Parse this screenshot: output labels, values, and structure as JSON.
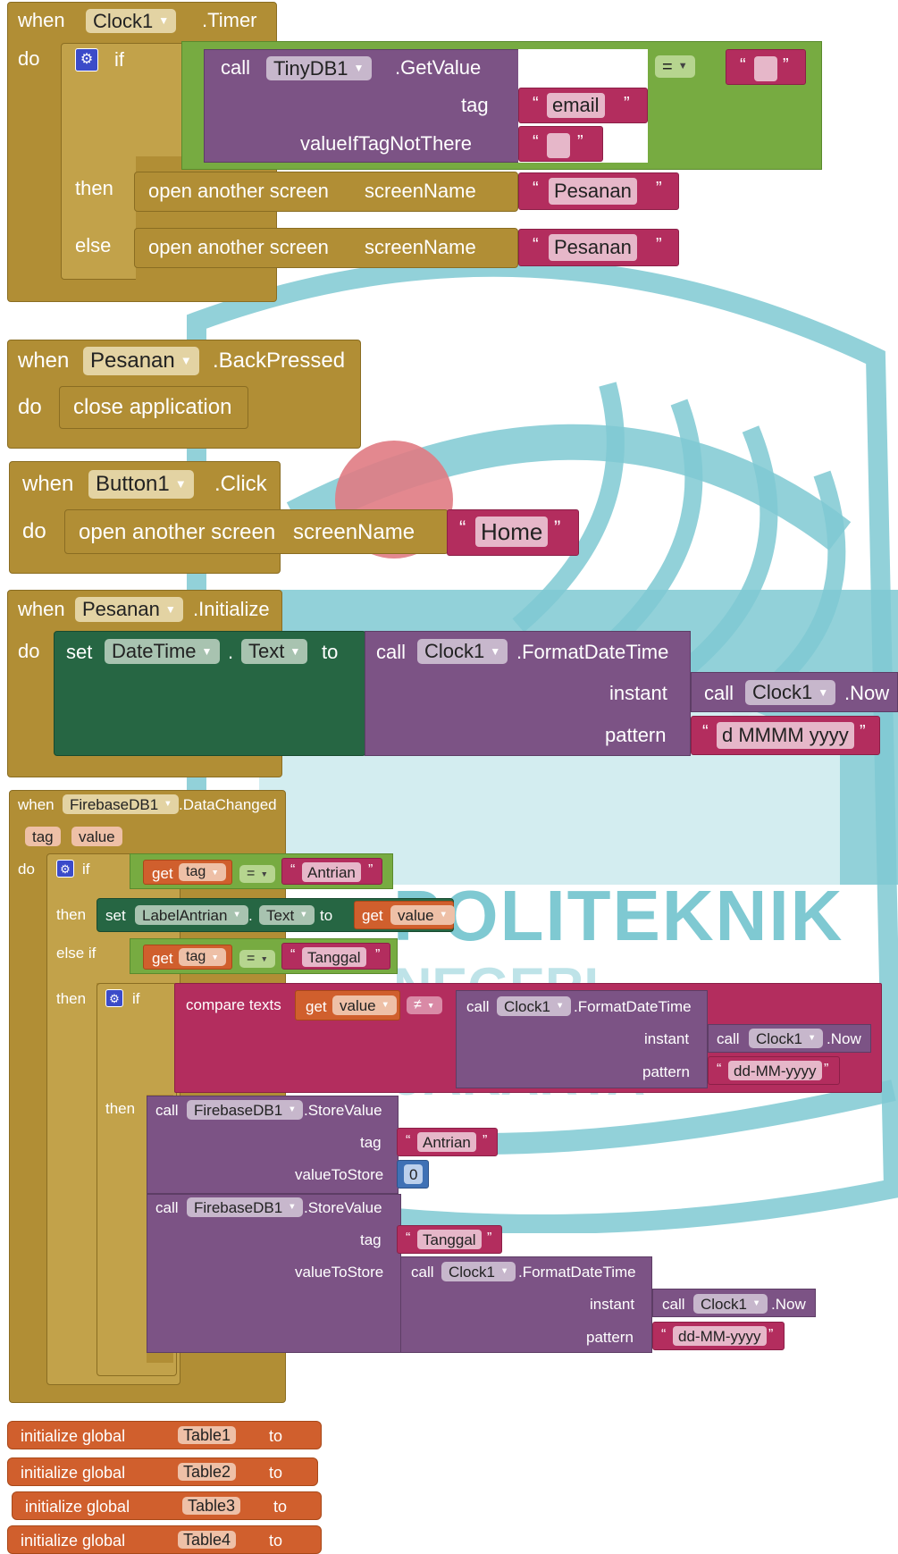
{
  "watermark": {
    "text1": "POLITEKNIK",
    "text2": "NEGERI",
    "text3": "JAKARTA",
    "colors": {
      "teal": "#7fc9d2",
      "pink": "#e07b83"
    }
  },
  "colors": {
    "event": "#b18e35",
    "text": "#b32d5e",
    "component": "#7c5385",
    "logic": "#77ab41",
    "setter": "#266643",
    "getter": "#d05f2d",
    "number": "#3f71b5"
  },
  "blocks": {
    "clock_timer": {
      "when": "when",
      "component": "Clock1",
      "event": ".Timer",
      "do": "do",
      "if": "if",
      "then": "then",
      "else": "else",
      "call": "call",
      "db": "TinyDB1",
      "method": ".GetValue",
      "tag": "tag",
      "tag_value": "email",
      "default_param": "valueIfTagNotThere",
      "default_value": "",
      "eq": "=",
      "cmp_value": "",
      "open1": "open another screen",
      "screenName1": "screenName",
      "screen1": "Pesanan",
      "open2": "open another screen",
      "screenName2": "screenName",
      "screen2": "Pesanan"
    },
    "back_pressed": {
      "when": "when",
      "component": "Pesanan",
      "event": ".BackPressed",
      "do": "do",
      "action": "close application"
    },
    "button_click": {
      "when": "when",
      "component": "Button1",
      "event": ".Click",
      "do": "do",
      "open": "open another screen",
      "screenName": "screenName",
      "screen": "Home"
    },
    "initialize": {
      "when": "when",
      "component": "Pesanan",
      "event": ".Initialize",
      "do": "do",
      "set": "set",
      "target": "DateTime",
      "dot": ".",
      "prop": "Text",
      "to": "to",
      "call": "call",
      "clock": "Clock1",
      "method": ".FormatDateTime",
      "instant": "instant",
      "call2": "call",
      "clock2": "Clock1",
      "now": ".Now",
      "pattern": "pattern",
      "pattern_value": "d MMMM yyyy"
    },
    "data_changed": {
      "when": "when",
      "component": "FirebaseDB1",
      "event": ".DataChanged",
      "p1": "tag",
      "p2": "value",
      "do": "do",
      "if": "if",
      "get1": "get",
      "get1_var": "tag",
      "eq1": "=",
      "str1": "Antrian",
      "then1": "then",
      "set": "set",
      "set_target": "LabelAntrian",
      "dot": ".",
      "set_prop": "Text",
      "to": "to",
      "get2": "get",
      "get2_var": "value",
      "elseif": "else if",
      "get3": "get",
      "get3_var": "tag",
      "eq2": "=",
      "str2": "Tanggal",
      "then2": "then",
      "if2": "if",
      "compare": "compare texts",
      "get4": "get",
      "get4_var": "value",
      "ne": "≠",
      "call1": "call",
      "clock1": "Clock1",
      "method1": ".FormatDateTime",
      "instant1": "instant",
      "call2": "call",
      "clock2": "Clock1",
      "now1": ".Now",
      "pattern1": "pattern",
      "pattern1_value": "dd-MM-yyyy",
      "then3": "then",
      "call3": "call",
      "fb1": "FirebaseDB1",
      "store1": ".StoreValue",
      "tag1": "tag",
      "tag1_value": "Antrian",
      "vts1": "valueToStore",
      "num": "0",
      "call4": "call",
      "fb2": "FirebaseDB1",
      "store2": ".StoreValue",
      "tag2": "tag",
      "tag2_value": "Tanggal",
      "vts2": "valueToStore",
      "call5": "call",
      "clock3": "Clock1",
      "method2": ".FormatDateTime",
      "instant2": "instant",
      "call6": "call",
      "clock4": "Clock1",
      "now2": ".Now",
      "pattern2": "pattern",
      "pattern2_value": "dd-MM-yyyy"
    },
    "globals": [
      {
        "label": "initialize global",
        "name": "Table1",
        "to": "to"
      },
      {
        "label": "initialize global",
        "name": "Table2",
        "to": "to"
      },
      {
        "label": "initialize global",
        "name": "Table3",
        "to": "to"
      },
      {
        "label": "initialize global",
        "name": "Table4",
        "to": "to"
      }
    ]
  }
}
